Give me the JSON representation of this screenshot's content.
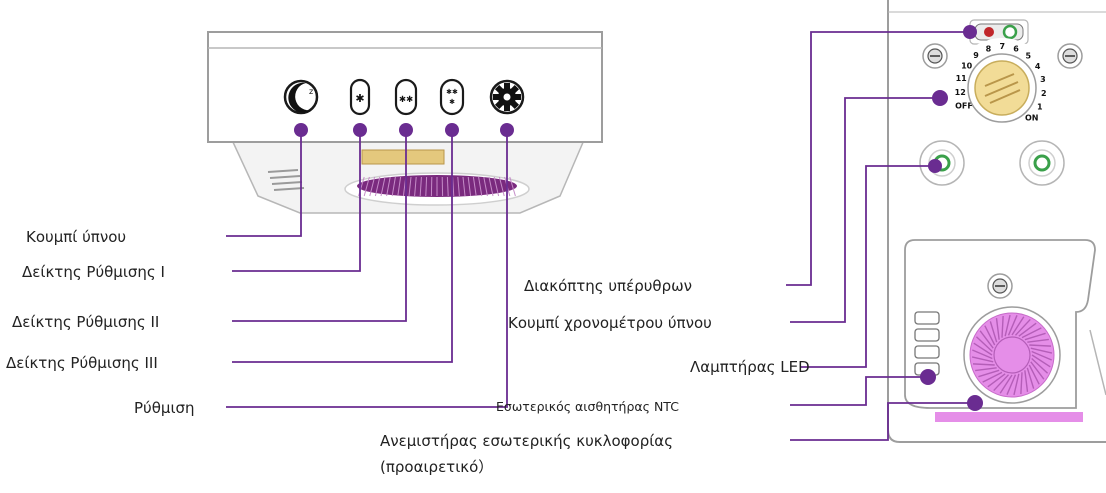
{
  "colors": {
    "accent": "#6a2c91",
    "line": "#6a2c91",
    "fan": "#e58ee8",
    "green": "#3aa04a",
    "red": "#c0262a",
    "knob": "#f2dc97"
  },
  "left_panel": {
    "buttons": [
      {
        "icon": "moon-icon",
        "label": "Κουμπί ύπνου"
      },
      {
        "icon": "snowflake-one-icon",
        "label": "Δείκτης Ρύθμισης I"
      },
      {
        "icon": "snowflake-two-icon",
        "label": "Δείκτης Ρύθμισης II"
      },
      {
        "icon": "snowflake-three-icon",
        "label": "Δείκτης Ρύθμισης III"
      },
      {
        "icon": "gear-icon",
        "label": "Ρύθμιση"
      }
    ],
    "moon_glyph": "z"
  },
  "right_panel": {
    "labels": [
      "Διακόπτης υπέρυθρων",
      "Κουμπί χρονομέτρου ύπνου",
      "Λαμπτήρας LED",
      "Εσωτερικός αισθητήρας NTC",
      "Ανεμιστήρας εσωτερικής κυκλοφορίας",
      "(προαιρετικό）"
    ],
    "dial_numbers": [
      "OFF",
      "12",
      "11",
      "10",
      "9",
      "8",
      "7",
      "6",
      "5",
      "4",
      "3",
      "2",
      "1",
      "ON"
    ]
  }
}
